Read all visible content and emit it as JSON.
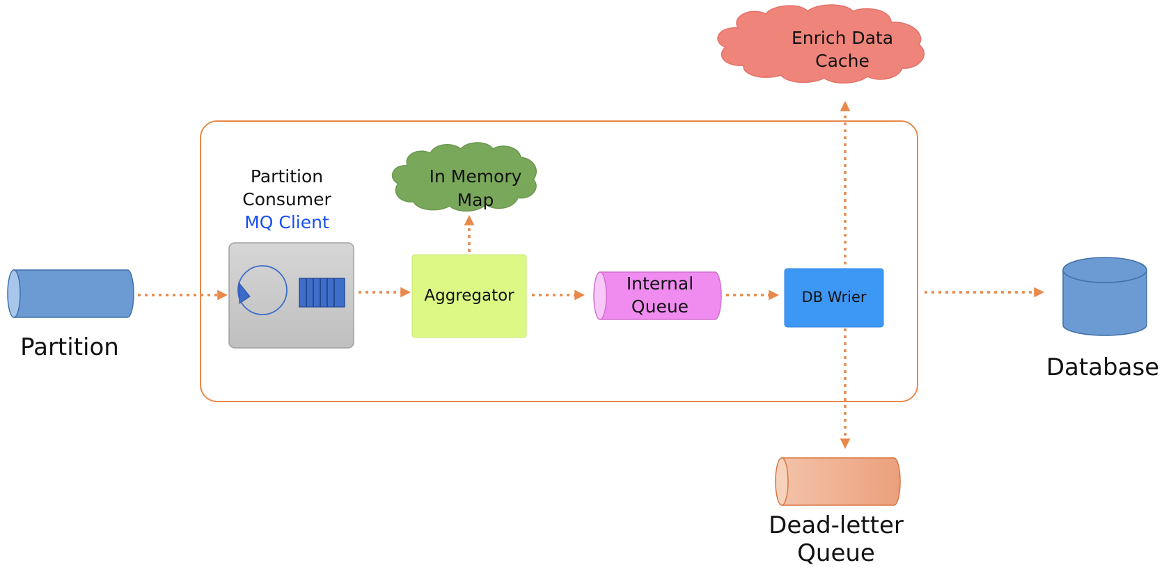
{
  "nodes": {
    "partition": {
      "label": "Partition"
    },
    "consumer": {
      "title_line1": "Partition",
      "title_line2": "Consumer",
      "subtitle": "MQ Client"
    },
    "aggregator": {
      "label": "Aggregator"
    },
    "in_memory_map": {
      "line1": "In Memory",
      "line2": "Map"
    },
    "internal_queue": {
      "line1": "Internal",
      "line2": "Queue"
    },
    "db_writer": {
      "label": "DB Wrier"
    },
    "enrich_cache": {
      "line1": "Enrich Data",
      "line2": "Cache"
    },
    "database": {
      "label": "Database"
    },
    "dead_letter": {
      "line1": "Dead-letter",
      "line2": "Queue"
    }
  },
  "colors": {
    "arrow": "#e8884a",
    "container_border": "#e8884a",
    "partition": "#6b9bd2",
    "consumer_box": "#c8c8c8",
    "aggregator": "#dcf985",
    "in_memory_map": "#7aa85a",
    "internal_queue": "#f08cf0",
    "db_writer": "#3d97f5",
    "enrich_cache": "#ef847b",
    "database": "#6b9bd2",
    "dead_letter": "#f0b090",
    "mq_client_text": "#1a4ff0"
  }
}
